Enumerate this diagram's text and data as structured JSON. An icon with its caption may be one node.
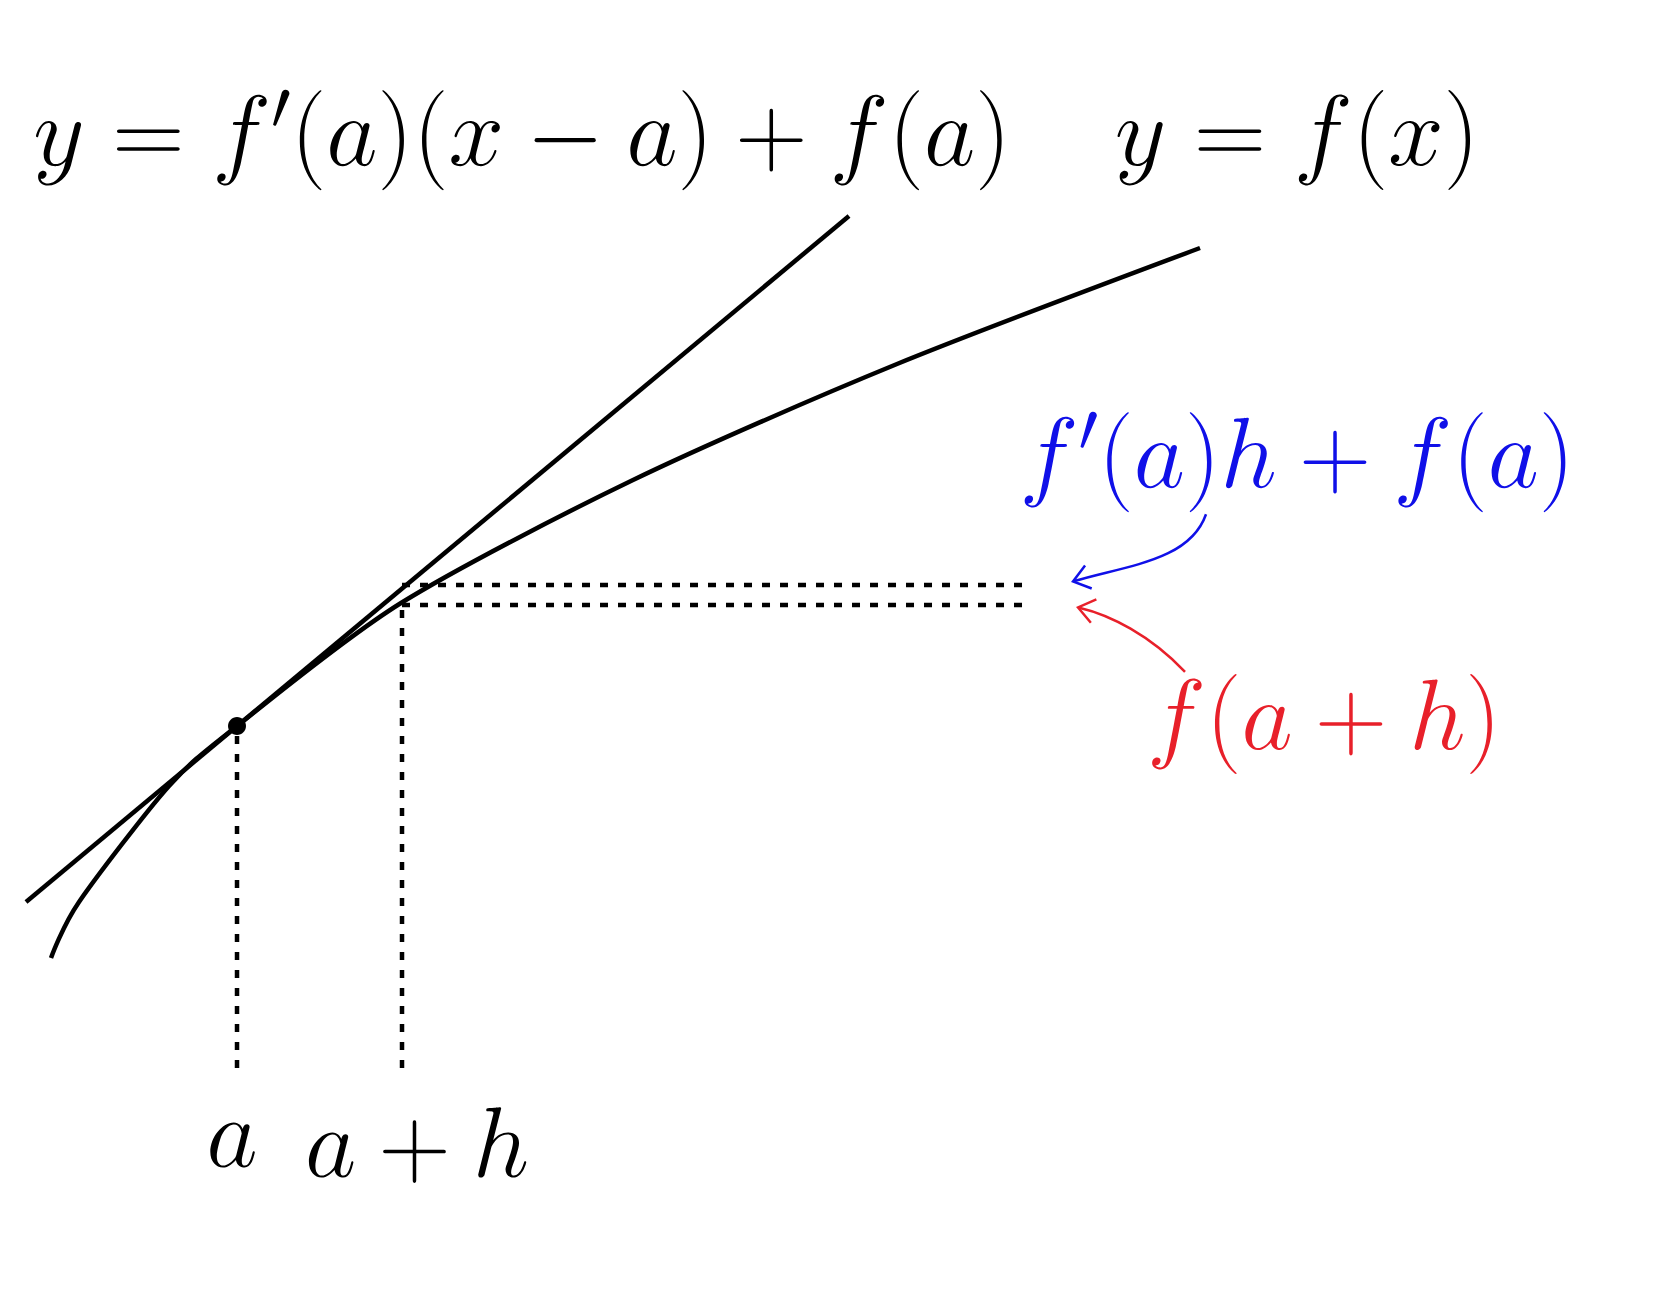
{
  "diagram": {
    "nodes": [
      {
        "text": [
          "f'(a)h + f(a)"
        ]
      },
      {
        "text": [
          "f(a + h)"
        ]
      }
    ],
    "edges": [
      {
        "from": 0,
        "to": null,
        "arrow": "to",
        "color": "#1010e8"
      },
      {
        "from": 1,
        "to": null,
        "arrow": "to",
        "color": "#e8202a"
      }
    ],
    "labels": [
      "y = f'(a)(x - a) + f(a)",
      "y = f(x)",
      "a",
      "a + h"
    ]
  }
}
